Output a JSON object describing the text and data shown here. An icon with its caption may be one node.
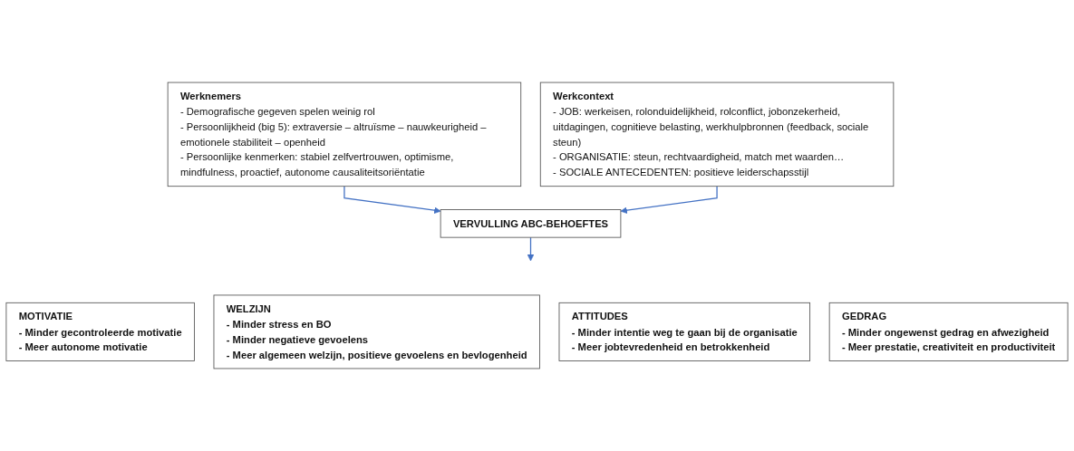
{
  "diagram": {
    "nodes": [
      {
        "text": [
          "Werknemers",
          "- Demografische gegeven spelen weinig rol",
          "- Persoonlijkheid (big 5): extraversie – altruïsme – nauwkeurigheid – emotionele stabiliteit – openheid",
          "- Persoonlijke kenmerken: stabiel zelfvertrouwen, optimisme, mindfulness, proactief, autonome causaliteitsoriëntatie"
        ]
      },
      {
        "text": [
          "Werkcontext",
          "- JOB: werkeisen, rolonduidelijkheid, rolconflict, jobonzekerheid, uitdagingen, cognitieve belasting, werkhulpbronnen (feedback, sociale steun)",
          "- ORGANISATIE: steun, rechtvaardigheid, match met waarden…",
          "- SOCIALE ANTECEDENTEN: positieve leiderschapsstijl"
        ]
      },
      {
        "text": [
          "VERVULLING ABC-BEHOEFTES"
        ]
      },
      {
        "text": [
          "MOTIVATIE",
          "- Minder gecontroleerde motivatie",
          "- Meer autonome motivatie"
        ]
      },
      {
        "text": [
          "WELZIJN",
          "- Minder stress en BO",
          "- Minder negatieve gevoelens",
          "- Meer algemeen welzijn, positieve gevoelens en bevlogenheid"
        ]
      },
      {
        "text": [
          "ATTITUDES",
          "- Minder intentie weg te gaan bij de organisatie",
          "- Meer jobtevredenheid en betrokkenheid"
        ]
      },
      {
        "text": [
          "GEDRAG",
          "- Minder ongewenst gedrag en afwezigheid",
          "- Meer prestatie, creativiteit en productiviteit"
        ]
      }
    ],
    "edges": [
      {
        "from": 0,
        "to": 2,
        "arrow": "to"
      },
      {
        "from": 1,
        "to": 2,
        "arrow": "to"
      },
      {
        "from": 2,
        "to": null,
        "arrow": "to"
      }
    ]
  }
}
